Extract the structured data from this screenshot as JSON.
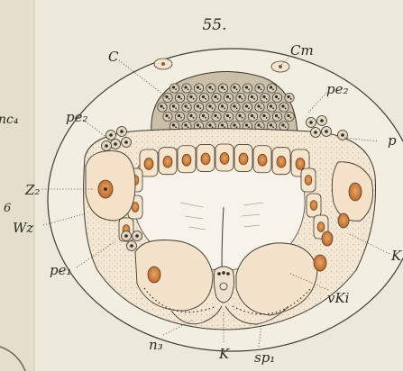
{
  "figure_number": "55.",
  "labels": {
    "C": "C",
    "Cm": "Cm",
    "pe2_left": "pe₂",
    "pe2_right": "pe₂",
    "Z2": "Z₂",
    "Wz": "Wz",
    "pe1": "pe₁",
    "n3": "n₃",
    "K": "K",
    "sp1": "sp₁",
    "vKi": "vKi",
    "nc4_partial": "nc₄",
    "margin_6": "6",
    "right_p": "p",
    "right_K": "K"
  },
  "colors": {
    "paper": "#ece9da",
    "ink": "#3a352b",
    "cell_fill": "#f3e3cf",
    "nucleus": "#c97b3e"
  }
}
